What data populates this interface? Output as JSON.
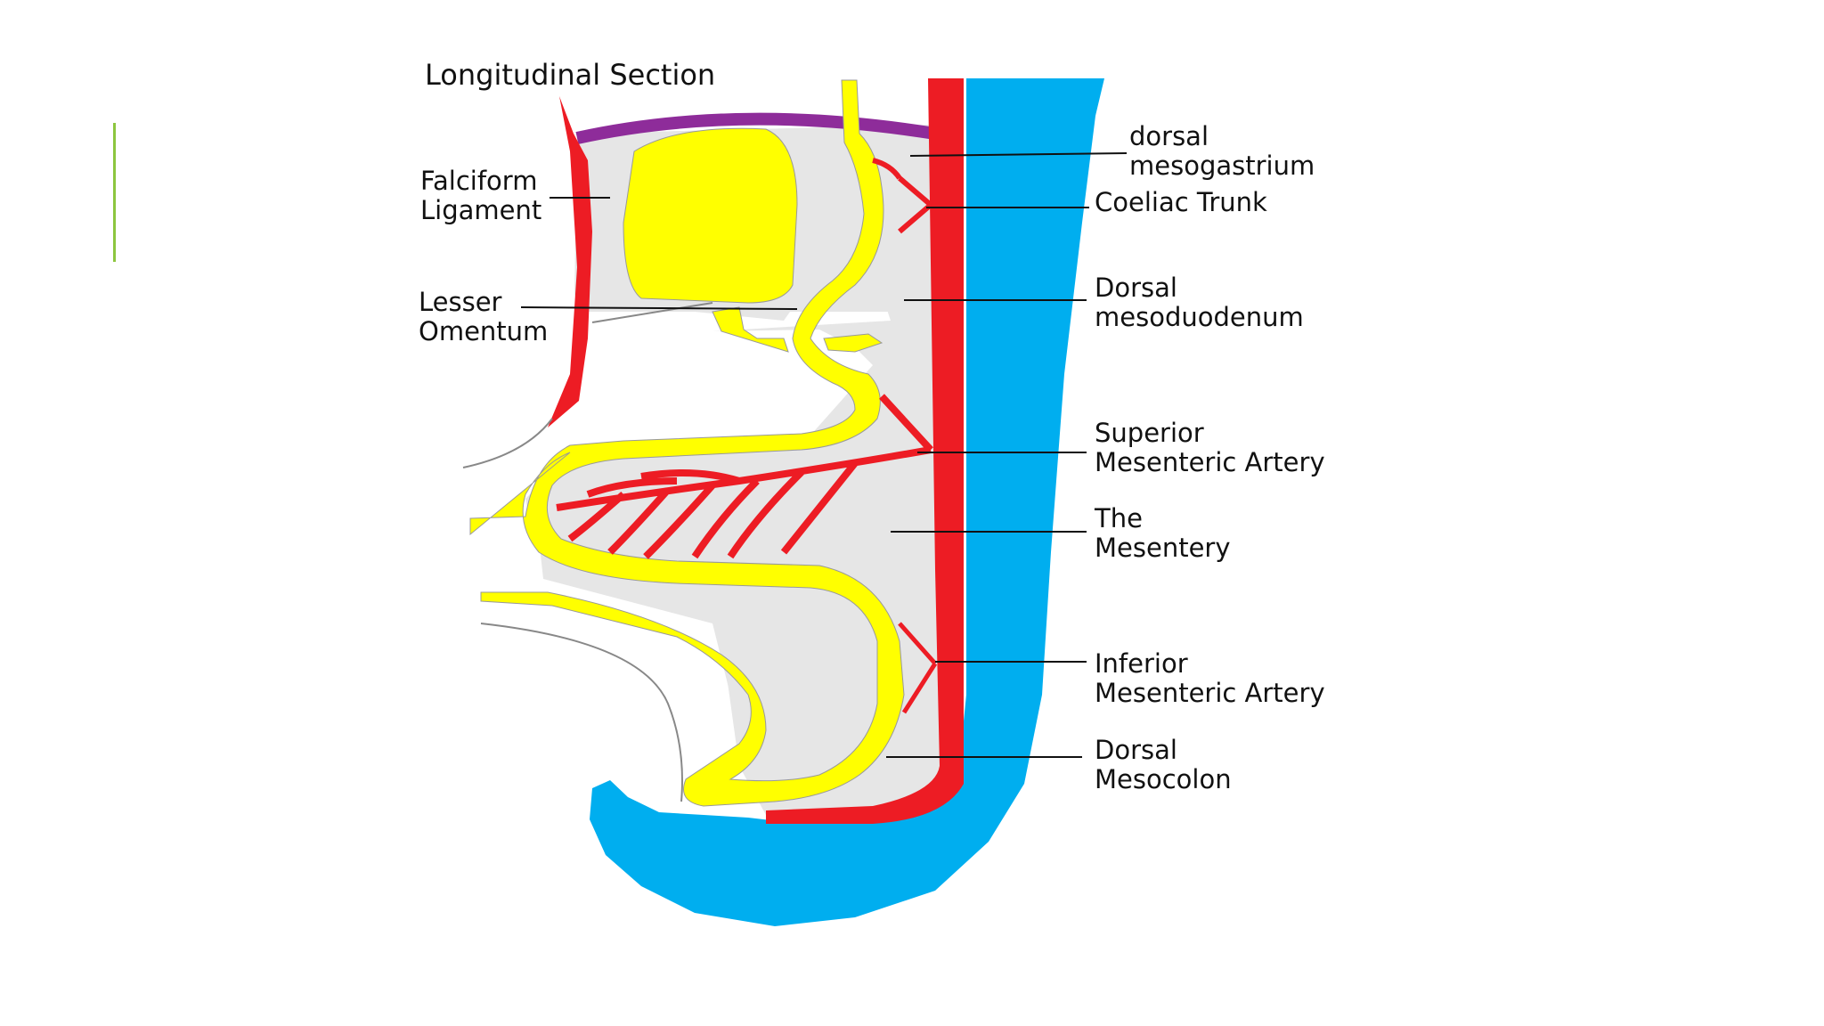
{
  "title": "Longitudinal Section",
  "colors": {
    "accent": "#8dc63f",
    "artery": "#ed1c24",
    "gut": "#ffff00",
    "body_wall": "#00aeef",
    "mesentery": "#e6e6e6",
    "peritoneum": "#8e2c9a"
  },
  "labels": {
    "dorsal_mesogastrium": "dorsal\nmesogastrium",
    "coeliac_trunk": "Coeliac Trunk",
    "dorsal_mesoduodenum": "Dorsal\nmesoduodenum",
    "superior_mesenteric_artery": "Superior\nMesenteric Artery",
    "the_mesentery": "The\nMesentery",
    "inferior_mesenteric_artery": "Inferior\nMesenteric Artery",
    "dorsal_mesocolon": "Dorsal\nMesocolon",
    "falciform_ligament": "Falciform\nLigament",
    "lesser_omentum": "Lesser\nOmentum"
  }
}
